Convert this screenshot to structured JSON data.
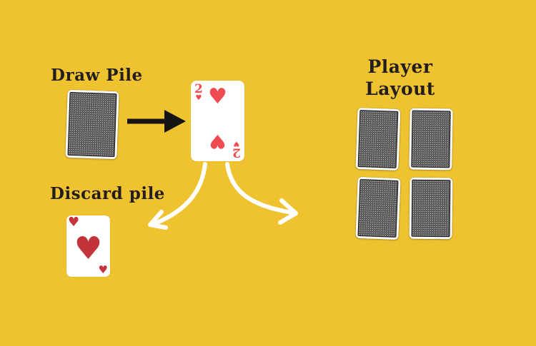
{
  "colors": {
    "background": "#eec32f",
    "text": "#231d1e",
    "card_red": "#ee4c52",
    "discard_red": "#c2333a",
    "arrow_black": "#161314",
    "arrow_white": "#ffffff"
  },
  "draw_pile": {
    "label": "Draw Pile"
  },
  "drawn_card": {
    "rank": "2",
    "suit": "hearts",
    "suit_symbol": "♥"
  },
  "discard_pile": {
    "label": "Discard pile",
    "suit": "hearts",
    "suit_symbol": "♥"
  },
  "player_layout": {
    "label_line1": "Player",
    "label_line2": "Layout",
    "card_count": 4
  }
}
